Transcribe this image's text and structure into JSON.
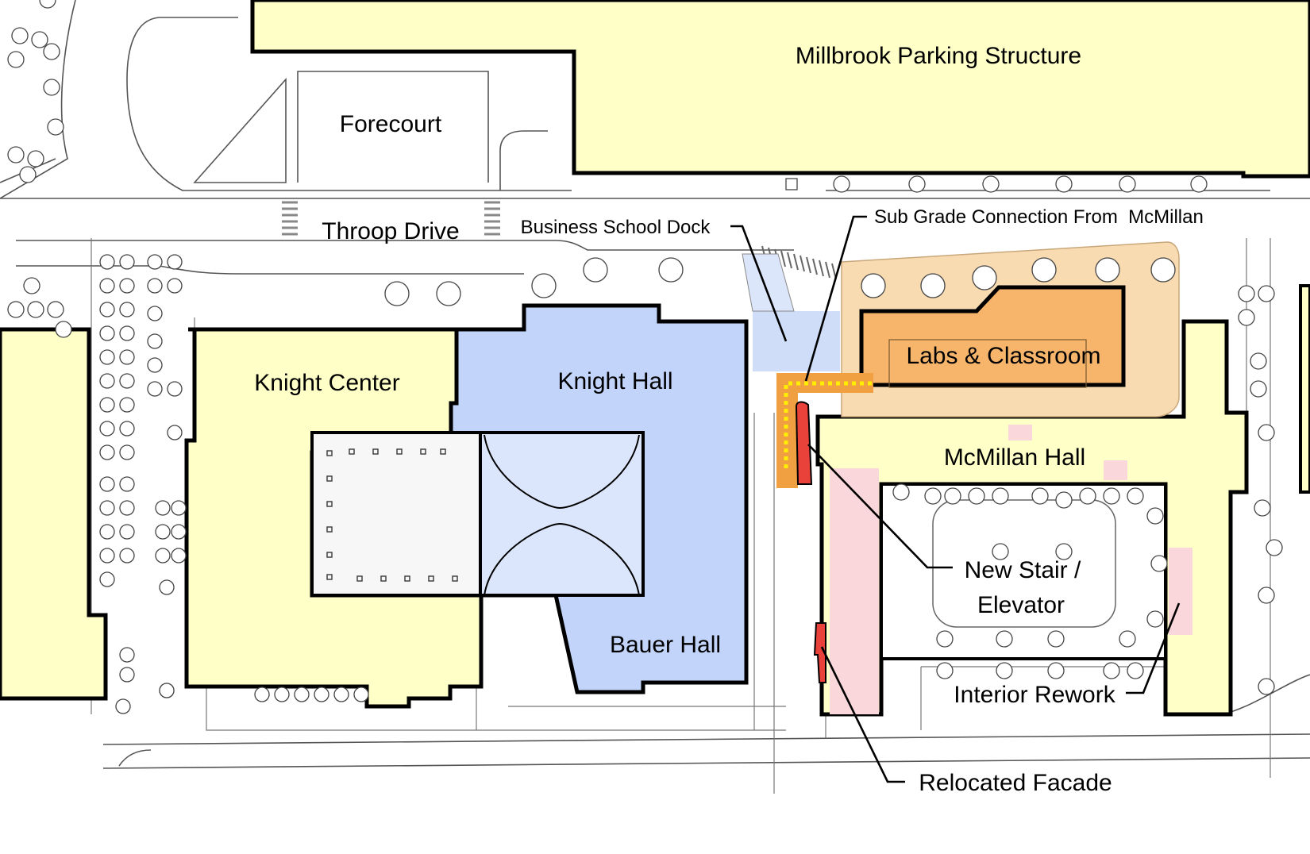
{
  "labels": {
    "parking_structure": "Millbrook Parking Structure",
    "forecourt": "Forecourt",
    "throop_drive": "Throop Drive",
    "business_school_dock": "Business School Dock",
    "sub_grade_connection": "Sub Grade Connection From  McMillan",
    "labs_classroom": "Labs & Classroom",
    "knight_center": "Knight Center",
    "knight_hall": "Knight Hall",
    "mcmillan_hall": "McMillan Hall",
    "new_stair_line1": "New Stair /",
    "new_stair_line2": "Elevator",
    "bauer_hall": "Bauer Hall",
    "interior_rework": "Interior Rework",
    "relocated_facade": "Relocated Facade"
  },
  "colors": {
    "existing_building": "#FFFFC8",
    "business_school_building": "#C2D4FA",
    "business_school_interior": "#DBE5FB",
    "dock_area": "#CFDDF8",
    "labs_classroom": "#F7B56B",
    "labs_site_zone": "#F8DBB1",
    "sub_grade_connection": "#F0A040",
    "sub_grade_dotted_line": "#FFEE00",
    "new_stair_elevator": "#E8423A",
    "interior_rework": "#F9D7DA",
    "courtyard": "#FFFFFF"
  }
}
